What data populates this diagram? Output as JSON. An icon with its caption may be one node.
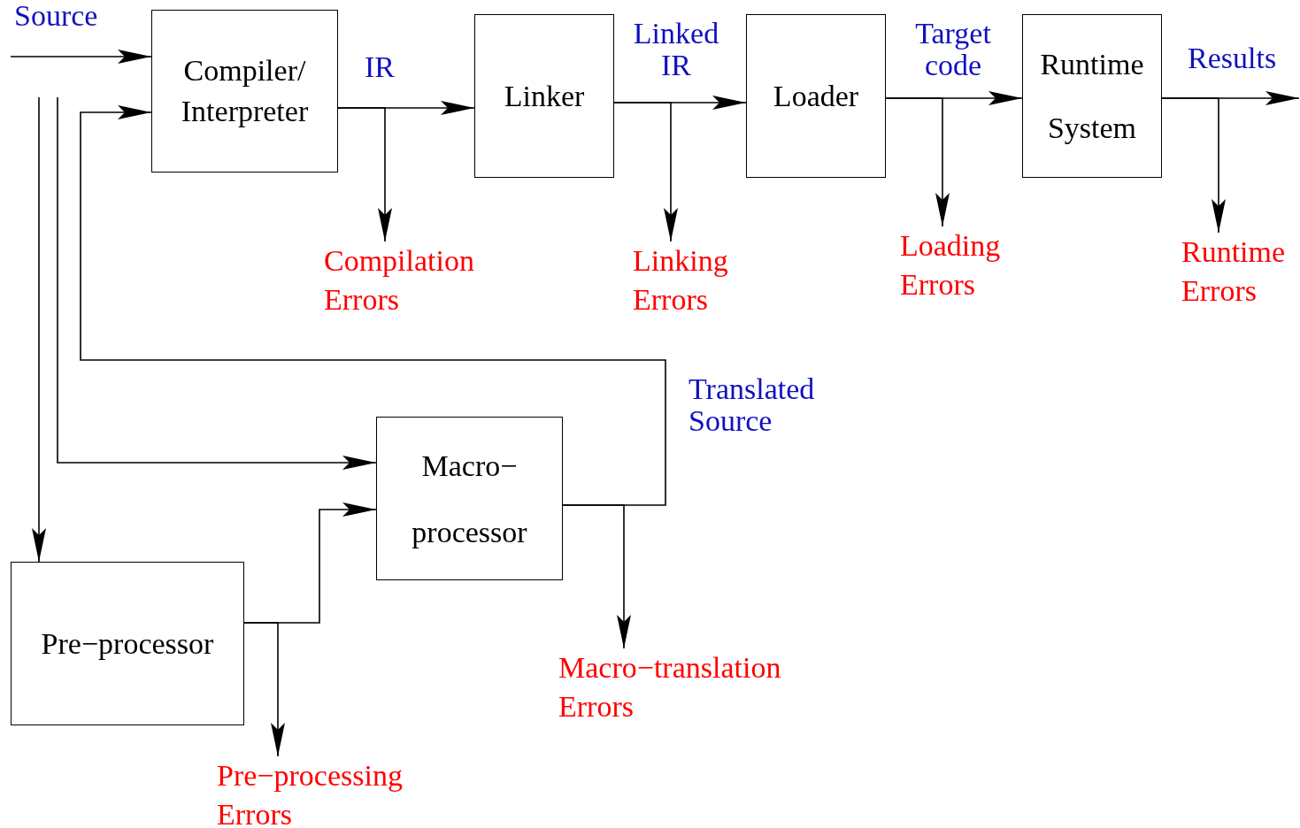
{
  "diagram": {
    "nodes": [
      {
        "text": [
          "Compiler/ Interpreter"
        ]
      },
      {
        "text": [
          "Linker"
        ]
      },
      {
        "text": [
          "Loader"
        ]
      },
      {
        "text": [
          "Runtime System"
        ]
      },
      {
        "text": [
          "Macro− processor"
        ]
      },
      {
        "text": [
          "Pre−processor"
        ]
      },
      {
        "text": [
          "Compilation Errors"
        ]
      },
      {
        "text": [
          "Linking Errors"
        ]
      },
      {
        "text": [
          "Loading Errors"
        ]
      },
      {
        "text": [
          "Runtime Errors"
        ]
      },
      {
        "text": [
          "Macro−translation Errors"
        ]
      },
      {
        "text": [
          "Pre−processing Errors"
        ]
      }
    ],
    "edges": [
      {
        "from": null,
        "to": 0,
        "arrow": "to",
        "label": "Source"
      },
      {
        "from": 0,
        "to": 1,
        "arrow": "to",
        "label": "IR"
      },
      {
        "from": 1,
        "to": 2,
        "arrow": "to",
        "label": "Linked IR"
      },
      {
        "from": 2,
        "to": 3,
        "arrow": "to",
        "label": "Target code"
      },
      {
        "from": 3,
        "to": null,
        "arrow": "to",
        "label": "Results"
      },
      {
        "from": 0,
        "to": 6,
        "arrow": "to"
      },
      {
        "from": 1,
        "to": 7,
        "arrow": "to"
      },
      {
        "from": 2,
        "to": 8,
        "arrow": "to"
      },
      {
        "from": 3,
        "to": 9,
        "arrow": "to"
      },
      {
        "from": null,
        "to": 4,
        "arrow": "to"
      },
      {
        "from": null,
        "to": 5,
        "arrow": "to"
      },
      {
        "from": 5,
        "to": 4,
        "arrow": "to"
      },
      {
        "from": 5,
        "to": 11,
        "arrow": "to"
      },
      {
        "from": 4,
        "to": 0,
        "arrow": "to",
        "label": "Translated Source"
      },
      {
        "from": 4,
        "to": 10,
        "arrow": "to"
      }
    ]
  }
}
